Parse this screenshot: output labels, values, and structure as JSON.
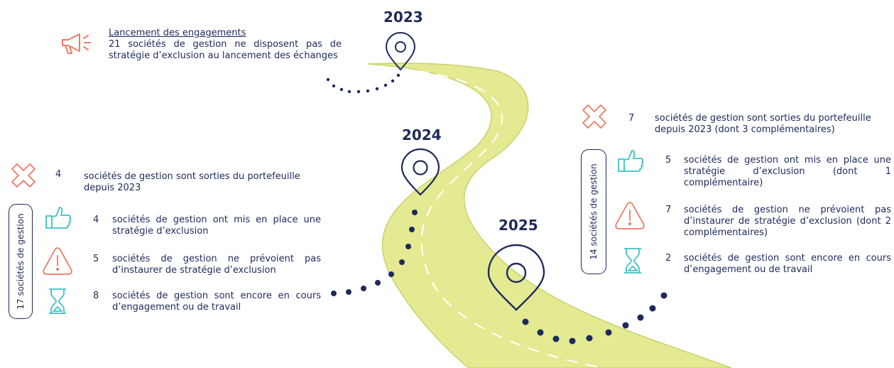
{
  "colors": {
    "navy": "#1d2a5c",
    "road": "#e4ea92",
    "road_edge": "#c9d16c",
    "coral": "#ee7a64",
    "teal": "#3ec1c6"
  },
  "years": {
    "y2023": "2023",
    "y2024": "2024",
    "y2025": "2025"
  },
  "launch": {
    "icon": "megaphone-icon",
    "title": "Lancement des engagements",
    "text": "21 sociétés de gestion ne disposent pas de stratégie d’exclusion au lancement des échanges"
  },
  "left": {
    "exit": {
      "icon": "cross-icon",
      "number": "4",
      "text": "sociétés de gestion sont sorties du portefeuille depuis 2023"
    },
    "group_label": "17 sociétés de gestion",
    "items": [
      {
        "icon": "thumbs-up-icon",
        "number": "4",
        "text": "sociétés de gestion ont mis en place une stratégie d’exclusion"
      },
      {
        "icon": "warning-icon",
        "number": "5",
        "text": "sociétés de gestion ne prévoient pas d’instaurer de stratégie d’exclusion"
      },
      {
        "icon": "hourglass-icon",
        "number": "8",
        "text": "sociétés de gestion sont encore en cours d’engagement ou de travail"
      }
    ]
  },
  "right": {
    "exit": {
      "icon": "cross-icon",
      "number": "7",
      "text": "sociétés de gestion sont sorties du portefeuille depuis 2023 (dont 3 complémentaires)"
    },
    "group_label": "14 sociétés de gestion",
    "items": [
      {
        "icon": "thumbs-up-icon",
        "number": "5",
        "text": "sociétés de gestion ont mis en place une stratégie d’exclusion (dont 1 complémentaire)"
      },
      {
        "icon": "warning-icon",
        "number": "7",
        "text": "sociétés de gestion ne prévoient pas d’instaurer de stratégie d’exclusion (dont 2 complémentaires)"
      },
      {
        "icon": "hourglass-icon",
        "number": "2",
        "text": "sociétés de gestion sont encore en cours d’engagement ou de travail"
      }
    ]
  }
}
